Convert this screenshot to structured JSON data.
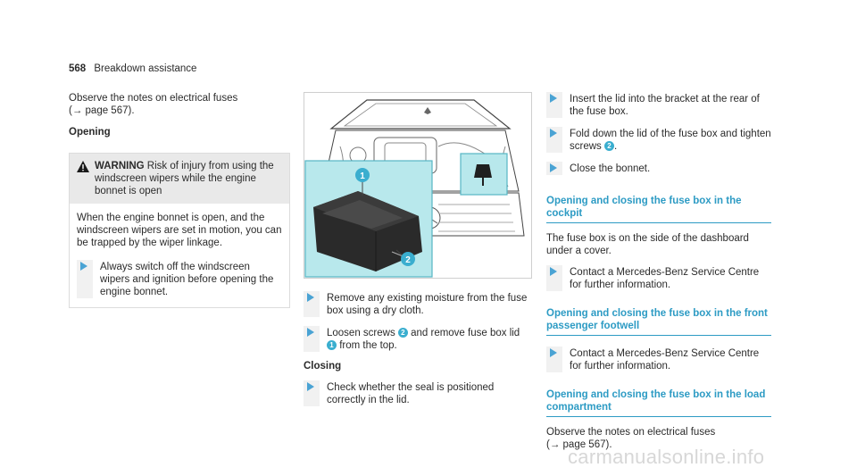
{
  "header": {
    "page_number": "568",
    "section": "Breakdown assistance"
  },
  "col1": {
    "intro": "Observe the notes on electrical fuses",
    "intro_ref": "(→ page 567).",
    "subhead_opening": "Opening",
    "warning": {
      "title": "WARNING",
      "text": " Risk of injury from using the windscreen wipers while the engine bonnet is open",
      "body": "When the engine bonnet is open, and the windscreen wipers are set in motion, you can be trapped by the wiper linkage.",
      "step": "Always switch off the windscreen wipers and ignition before opening the engine bonnet."
    }
  },
  "figure": {
    "callout_1": "1",
    "callout_2": "2"
  },
  "col2": {
    "step1": "Remove any existing moisture from the fuse box using a dry cloth.",
    "step2_a": "Loosen screws ",
    "step2_b": "2",
    "step2_c": " and remove fuse box lid ",
    "step2_d": "1",
    "step2_e": " from the top.",
    "subhead_closing": "Closing",
    "step3": "Check whether the seal is positioned correctly in the lid."
  },
  "col3": {
    "step1": "Insert the lid into the bracket at the rear of the fuse box.",
    "step2_a": "Fold down the lid of the fuse box and tighten screws ",
    "step2_b": "2",
    "step2_c": ".",
    "step3": "Close the bonnet.",
    "sec1_title": "Opening and closing the fuse box in the cockpit",
    "sec1_body": "The fuse box is on the side of the dashboard under a cover.",
    "sec1_step": "Contact a Mercedes-Benz Service Centre for further information.",
    "sec2_title": "Opening and closing the fuse box in the front passenger footwell",
    "sec2_step": "Contact a Mercedes-Benz Service Centre for further information.",
    "sec3_title": "Opening and closing the fuse box in the load compartment",
    "sec3_body": "Observe the notes on electrical fuses",
    "sec3_ref": "(→ page 567)."
  },
  "watermark": "carmanualsonline.info",
  "colors": {
    "accent": "#2d9bc4",
    "highlight": "#b8e8ec",
    "arrow": "#4aa3d4"
  }
}
